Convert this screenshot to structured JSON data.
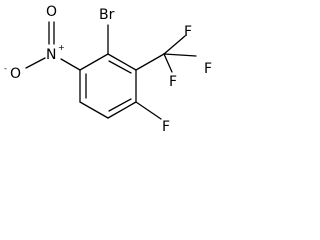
{
  "molecule": {
    "atoms": {
      "br": "Br",
      "nitro_n": "N",
      "nitro_o_double": "O",
      "nitro_o_single": "O",
      "f_ring": "F",
      "cf3_f1": "F",
      "cf3_f2": "F",
      "cf3_f3": "F"
    },
    "charges": {
      "nitro_n": "+",
      "nitro_o_single": "-"
    }
  }
}
